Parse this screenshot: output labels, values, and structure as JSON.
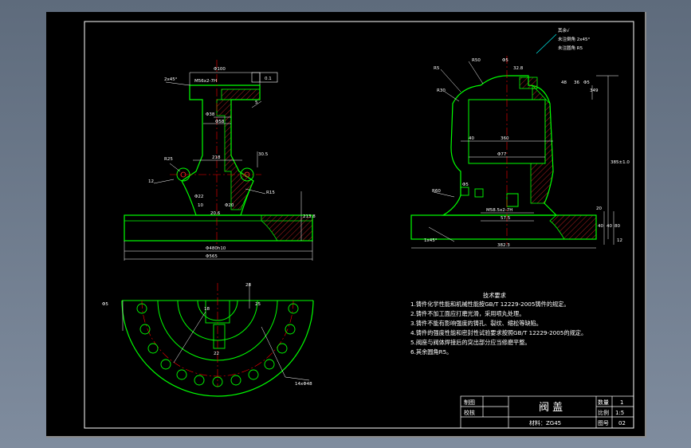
{
  "drawing": {
    "colors": {
      "background": "#000000",
      "outline": "#00ff00",
      "dimension": "#ffffff",
      "centerline": "#ff0000",
      "hatch": "#ff2a2a",
      "annotation": "#00ffff",
      "frame": "#ffffff"
    },
    "front_view": {
      "dims": [
        "Φ100",
        "M56x2-7H",
        "2x45°",
        "Φ38",
        "Φ58",
        "5",
        "0.1",
        "Φ480h10",
        "Φ565",
        "R25",
        "12",
        "30.5",
        "Φ22",
        "218",
        "R15",
        "10",
        "213.8",
        "20.6",
        "Φ20"
      ]
    },
    "side_view": {
      "dims": [
        "R5",
        "R30",
        "R50",
        "Φ5",
        "32.8",
        "40",
        "360",
        "Φ77",
        "M58.5x2-7H",
        "57.5",
        "382.3",
        "1x45°",
        "48",
        "36",
        "Φ5",
        "349",
        "385±1.0",
        "R60",
        "Φ5",
        "20",
        "40",
        "40",
        "80",
        "12"
      ],
      "surface_notes": [
        "其余√",
        "未注倒角 2x45°",
        "未注圆角 R5"
      ]
    },
    "plan_view": {
      "dims": [
        "Φ5",
        "28",
        "25",
        "22",
        "18",
        "14xΦ48"
      ]
    },
    "technical_requirements": {
      "title": "技术要求",
      "items": [
        "1.铸件化学性能和机械性能按GB/T 12229-2005铸件的规定。",
        "2.铸件不加工面应打磨光滑，采用喷丸处理。",
        "3.铸件不能有影响强度的铸孔、裂纹、缩松等缺陷。",
        "4.铸件的强度性能和密封性试验要求按照GB/T 12229-2005的规定。",
        "5.阀座与阀体焊接后的突出部分应当修磨平整。",
        "6.其余圆角R5。"
      ]
    },
    "title_block": {
      "draw_label": "制图",
      "check_label": "校核",
      "part_name": "阀 盖",
      "quantity_label": "数量",
      "quantity": "1",
      "scale_label": "比例",
      "scale": "1:5",
      "drawing_no_label": "图号",
      "drawing_no": "02",
      "material": "材料：ZG45"
    }
  }
}
